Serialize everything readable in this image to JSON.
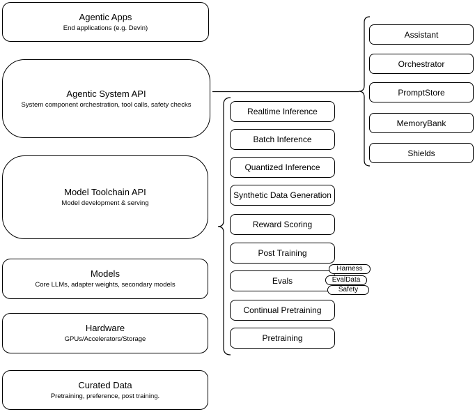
{
  "colors": {
    "background": "#ffffff",
    "border": "#000000",
    "text": "#000000"
  },
  "stack": [
    {
      "title": "Agentic Apps",
      "subtitle": "End applications (e.g. Devin)"
    },
    {
      "title": "Agentic System API",
      "subtitle": "System component orchestration, tool calls, safety checks"
    },
    {
      "title": "Model Toolchain API",
      "subtitle": "Model development & serving"
    },
    {
      "title": "Models",
      "subtitle": "Core LLMs, adapter weights, secondary models"
    },
    {
      "title": "Hardware",
      "subtitle": "GPUs/Accelerators/Storage"
    },
    {
      "title": "Curated Data",
      "subtitle": "Pretraining, preference, post training."
    }
  ],
  "toolchain": {
    "items": [
      "Realtime Inference",
      "Batch Inference",
      "Quantized Inference",
      "Synthetic Data Generation",
      "Reward Scoring",
      "Post Training",
      "Evals",
      "Continual Pretraining",
      "Pretraining"
    ]
  },
  "evals_tags": [
    "Harness",
    "EvalData",
    "Safety"
  ],
  "system_components": {
    "items": [
      "Assistant",
      "Orchestrator",
      "PromptStore",
      "MemoryBank",
      "Shields"
    ]
  }
}
